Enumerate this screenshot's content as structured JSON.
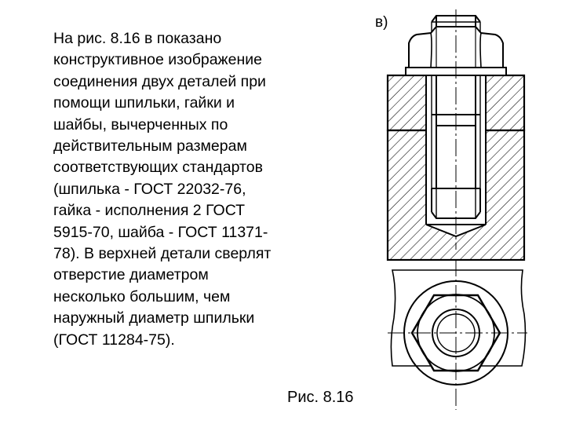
{
  "description_lines": [
    "На рис. 8.16 в  показано",
    "конструктивное изображение",
    "соединения двух деталей при",
    "помощи шпильки, гайки и",
    "шайбы, вычерченных по",
    "действительным размерам",
    "соответствующих стандартов",
    "(шпилька - ГОСТ 22032-76,",
    "гайка - исполнения 2 ГОСТ",
    "5915-70, шайба - ГОСТ 11371-",
    "78). В верхней детали сверлят",
    "отверстие диаметром",
    "несколько большим, чем",
    "наружный диаметр шпильки",
    "(ГОСТ 11284-75)."
  ],
  "caption": "Рис. 8.16",
  "view_label": "в)"
}
